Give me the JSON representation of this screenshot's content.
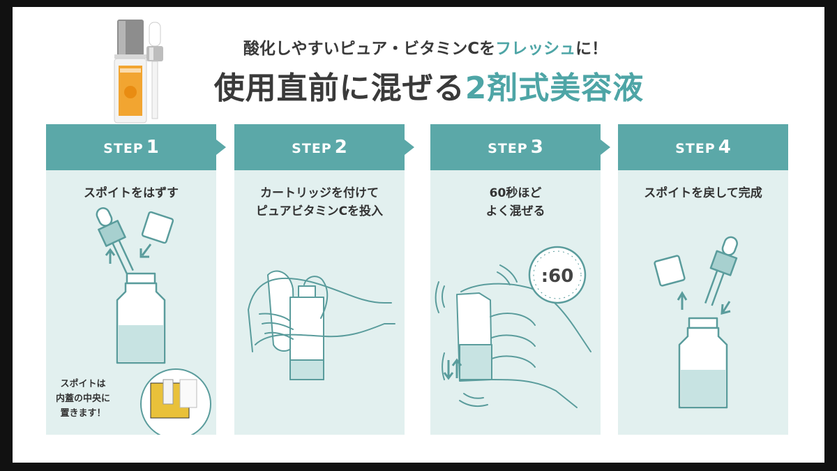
{
  "header": {
    "subtitle_part1": "酸化しやすいピュア・ビタミンCを",
    "subtitle_highlight": "フレッシュ",
    "subtitle_part2": "に！",
    "title_part1": "使用直前に混ぜる",
    "title_highlight": "2剤式美容液"
  },
  "steps": [
    {
      "word": "STEP",
      "num": "1",
      "line1": "スポイトをはずす",
      "line2": ""
    },
    {
      "word": "STEP",
      "num": "2",
      "line1": "カートリッジを付けて",
      "line2": "ピュアビタミンCを投入"
    },
    {
      "word": "STEP",
      "num": "3",
      "line1": "60秒ほど",
      "line2": "よく混ぜる"
    },
    {
      "word": "STEP",
      "num": "4",
      "line1": "スポイトを戻して完成",
      "line2": ""
    }
  ],
  "step1_note": {
    "line1": "スポイトは",
    "line2": "内蓋の中央に",
    "line3": "置きます！"
  },
  "timer_label": ":60",
  "colors": {
    "accent": "#5ba8a8",
    "panel": "#e2f0ef",
    "text": "#3a3a3a",
    "highlight": "#4ea5a6"
  }
}
